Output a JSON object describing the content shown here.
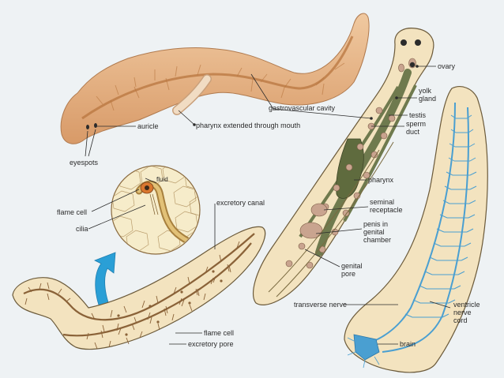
{
  "labels": {
    "auricle": "auricle",
    "eyespots": "eyespots",
    "pharynx_extended": "pharynx extended through mouth",
    "gastrovascular_cavity": "gastrovascular cavity",
    "fluid": "fluid",
    "flame_cell_top": "flame cell",
    "cilia": "cilia",
    "excretory_canal": "excretory canal",
    "flame_cell_bottom": "flame cell",
    "excretory_pore": "excretory pore",
    "ovary": "ovary",
    "yolk_gland_1": "yolk",
    "yolk_gland_2": "gland",
    "testis": "testis",
    "sperm_duct_1": "sperm",
    "sperm_duct_2": "duct",
    "pharynx": "pharynx",
    "seminal_receptacle_1": "seminal",
    "seminal_receptacle_2": "receptacle",
    "penis_1": "penis in",
    "penis_2": "genital",
    "penis_3": "chamber",
    "genital_pore_1": "genital",
    "genital_pore_2": "pore",
    "transverse_nerve": "transverse nerve",
    "ventricle_1": "ventricle",
    "ventricle_2": "nerve",
    "ventricle_3": "cord",
    "brain": "brain"
  },
  "colors": {
    "body_tan": "#f3e3bf",
    "body_outline": "#6b5a3a",
    "planarian_skin": "#e9b98a",
    "gut_green": "#6f7a4e",
    "nerve_blue": "#4a9fd1",
    "arrow_blue": "#2a9fd6",
    "brown_canal": "#8a6238",
    "reproductive_pink": "#c9a48f"
  }
}
